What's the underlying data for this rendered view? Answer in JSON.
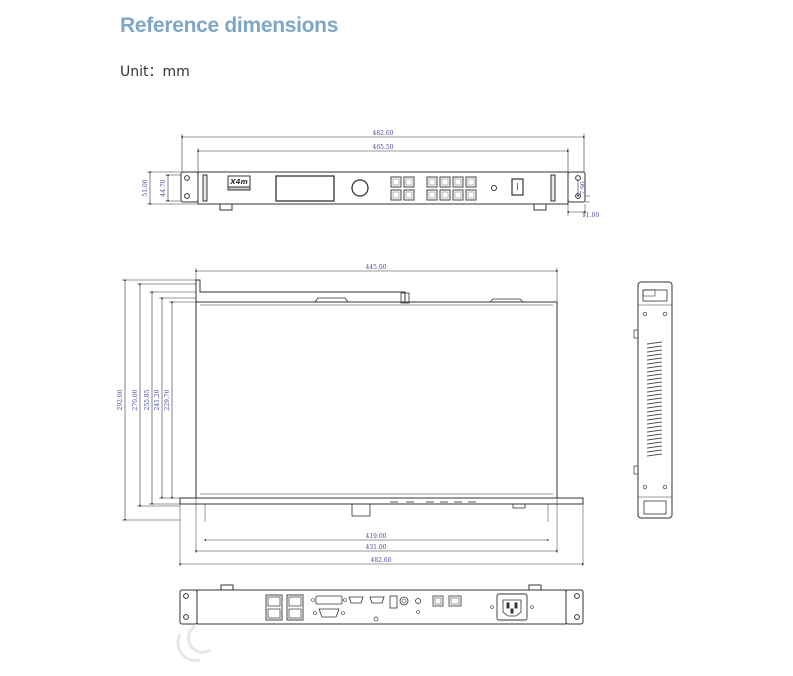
{
  "header": {
    "title": "Reference dimensions",
    "unit": "Unit：mm"
  },
  "front_view": {
    "logo_line1": "X4m",
    "width_overall": "482.60",
    "width_body": "465.50",
    "height_total": "51.00",
    "height_inner": "44.70",
    "ear_height": "7.90",
    "ear_width": "11.00"
  },
  "top_view": {
    "depth_top": "445.00",
    "side_292": "292.00",
    "side_270": "270.00",
    "side_255": "255.85",
    "side_241": "241.20",
    "side_229": "229.70",
    "width_419": "419.00",
    "width_431": "431.00",
    "width_482": "482.60"
  },
  "colors": {
    "line": "#333333",
    "dimension": "#4a4aa0",
    "title": "#7ea6c9"
  }
}
